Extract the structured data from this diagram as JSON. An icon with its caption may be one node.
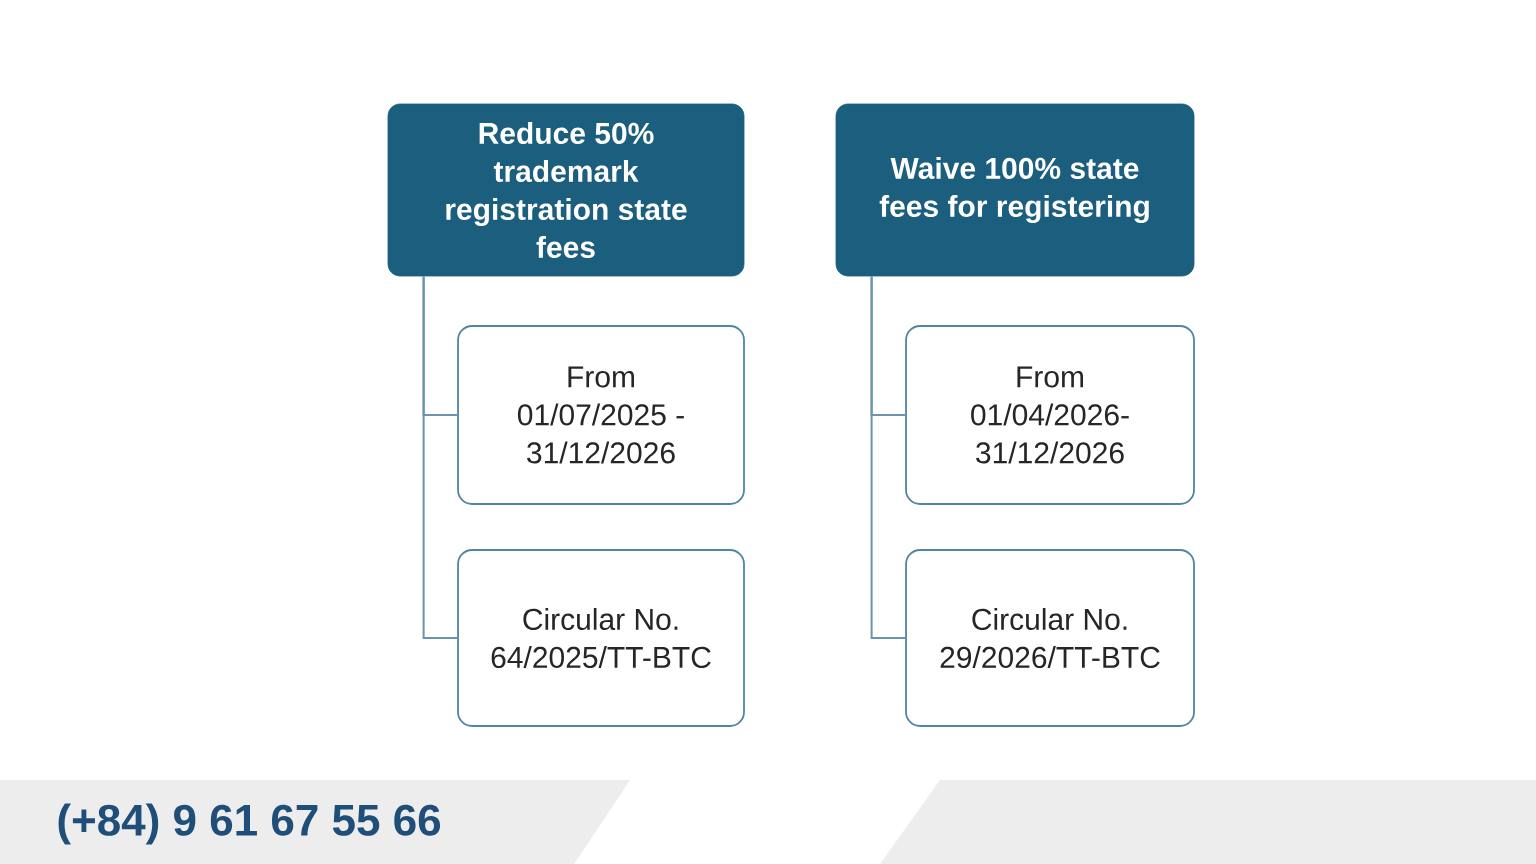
{
  "diagram": {
    "nodes": [
      {
        "text": [
          "Reduce 50% trademark registration state fees"
        ]
      },
      {
        "text": [
          "From 01/07/2025 - 31/12/2026"
        ]
      },
      {
        "text": [
          "Circular No. 64/2025/TT-BTC"
        ]
      },
      {
        "text": [
          "Waive 100% state fees for registering"
        ]
      },
      {
        "text": [
          "From 01/04/2026- 31/12/2026"
        ]
      },
      {
        "text": [
          "Circular No. 29/2026/TT-BTC"
        ]
      }
    ],
    "edges": [
      {
        "from": 0,
        "to": 1,
        "arrow": "none"
      },
      {
        "from": 0,
        "to": 2,
        "arrow": "none"
      },
      {
        "from": 3,
        "to": 4,
        "arrow": "none"
      },
      {
        "from": 3,
        "to": 5,
        "arrow": "none"
      }
    ],
    "labels": [
      "(+84) 9 61 67 55 66"
    ]
  }
}
